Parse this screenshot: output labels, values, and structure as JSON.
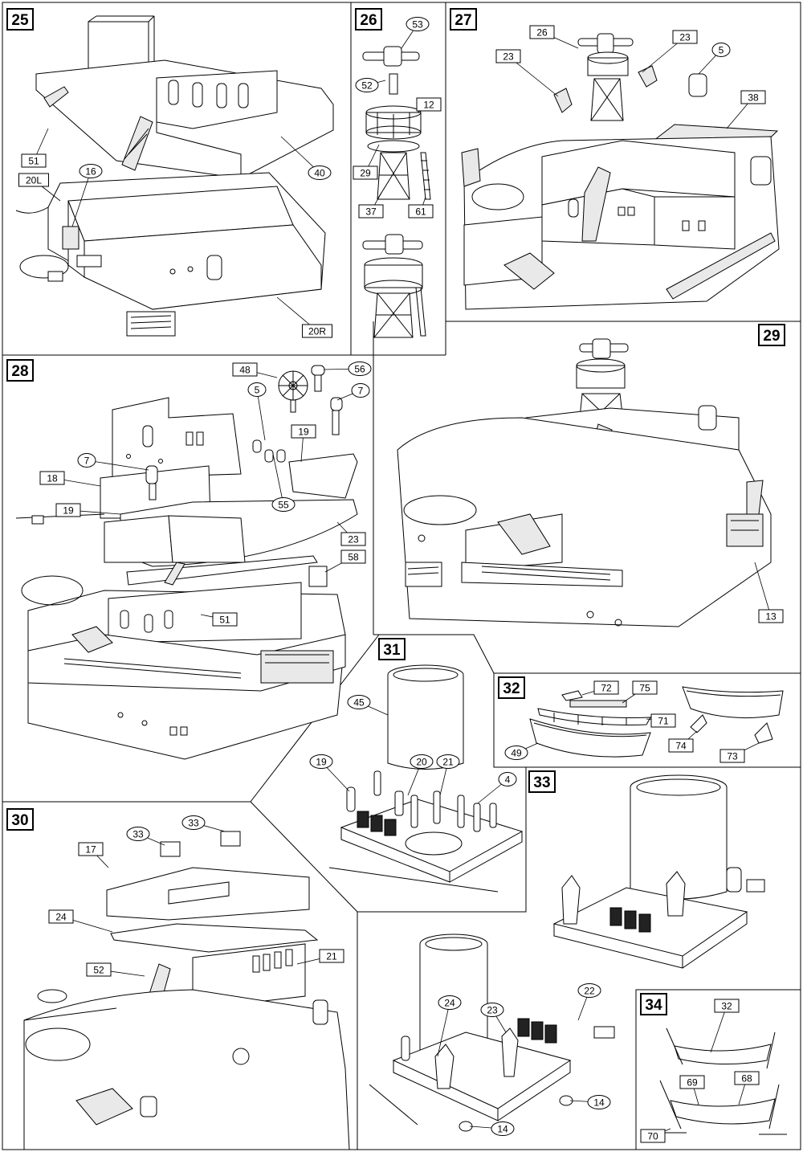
{
  "steps": [
    {
      "number": "25",
      "labels": [
        {
          "text": "51",
          "shape": "box"
        },
        {
          "text": "20L",
          "shape": "box"
        },
        {
          "text": "16",
          "shape": "oval"
        },
        {
          "text": "40",
          "shape": "oval"
        },
        {
          "text": "20R",
          "shape": "box"
        }
      ]
    },
    {
      "number": "26",
      "labels": [
        {
          "text": "53",
          "shape": "oval"
        },
        {
          "text": "52",
          "shape": "oval"
        },
        {
          "text": "12",
          "shape": "box"
        },
        {
          "text": "29",
          "shape": "box"
        },
        {
          "text": "37",
          "shape": "box"
        },
        {
          "text": "61",
          "shape": "box"
        }
      ]
    },
    {
      "number": "27",
      "labels": [
        {
          "text": "26",
          "shape": "box"
        },
        {
          "text": "23",
          "shape": "box"
        },
        {
          "text": "23",
          "shape": "box"
        },
        {
          "text": "5",
          "shape": "oval"
        },
        {
          "text": "38",
          "shape": "box"
        }
      ]
    },
    {
      "number": "28",
      "labels": [
        {
          "text": "48",
          "shape": "box"
        },
        {
          "text": "56",
          "shape": "oval"
        },
        {
          "text": "5",
          "shape": "oval"
        },
        {
          "text": "7",
          "shape": "oval"
        },
        {
          "text": "19",
          "shape": "box"
        },
        {
          "text": "7",
          "shape": "oval"
        },
        {
          "text": "18",
          "shape": "box"
        },
        {
          "text": "19",
          "shape": "box"
        },
        {
          "text": "55",
          "shape": "oval"
        },
        {
          "text": "23",
          "shape": "box"
        },
        {
          "text": "58",
          "shape": "box"
        },
        {
          "text": "51",
          "shape": "box"
        }
      ]
    },
    {
      "number": "29",
      "labels": [
        {
          "text": "13",
          "shape": "box"
        }
      ]
    },
    {
      "number": "30",
      "labels": [
        {
          "text": "33",
          "shape": "oval"
        },
        {
          "text": "33",
          "shape": "oval"
        },
        {
          "text": "17",
          "shape": "box"
        },
        {
          "text": "24",
          "shape": "box"
        },
        {
          "text": "21",
          "shape": "box"
        },
        {
          "text": "52",
          "shape": "box"
        }
      ]
    },
    {
      "number": "31",
      "labels": [
        {
          "text": "45",
          "shape": "oval"
        },
        {
          "text": "19",
          "shape": "oval"
        },
        {
          "text": "20",
          "shape": "oval"
        },
        {
          "text": "21",
          "shape": "oval"
        },
        {
          "text": "4",
          "shape": "oval"
        }
      ]
    },
    {
      "number": "32",
      "labels": [
        {
          "text": "72",
          "shape": "box"
        },
        {
          "text": "75",
          "shape": "box"
        },
        {
          "text": "71",
          "shape": "box"
        },
        {
          "text": "49",
          "shape": "oval"
        },
        {
          "text": "74",
          "shape": "box"
        },
        {
          "text": "73",
          "shape": "box"
        }
      ]
    },
    {
      "number": "33",
      "labels": [
        {
          "text": "24",
          "shape": "oval"
        },
        {
          "text": "23",
          "shape": "oval"
        },
        {
          "text": "22",
          "shape": "oval"
        },
        {
          "text": "14",
          "shape": "oval"
        },
        {
          "text": "14",
          "shape": "oval"
        }
      ]
    },
    {
      "number": "34",
      "labels": [
        {
          "text": "32",
          "shape": "box"
        },
        {
          "text": "69",
          "shape": "box"
        },
        {
          "text": "68",
          "shape": "box"
        },
        {
          "text": "70",
          "shape": "box"
        }
      ]
    }
  ]
}
